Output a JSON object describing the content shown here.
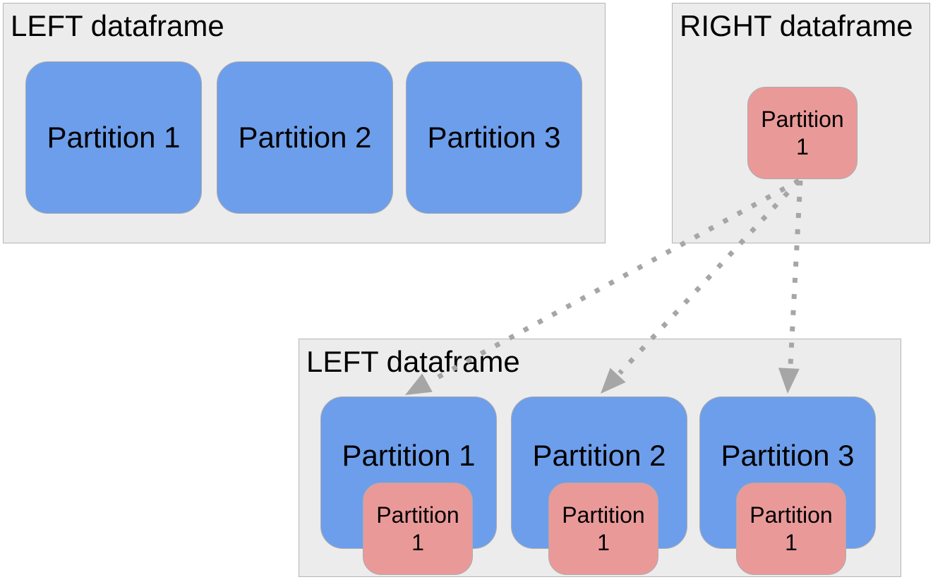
{
  "colors": {
    "page-bg": "#ffffff",
    "container-bg": "#ececec",
    "container-border": "#b5b5b5",
    "partition-blue": "#6d9eeb",
    "partition-pink": "#ea9999",
    "partition-border": "#ababab",
    "arrow": "#a6a6a6",
    "text": "#000000"
  },
  "top_left": {
    "title": "LEFT dataframe",
    "partitions": [
      {
        "label": "Partition 1"
      },
      {
        "label": "Partition 2"
      },
      {
        "label": "Partition 3"
      }
    ]
  },
  "top_right": {
    "title": "RIGHT dataframe",
    "partition": {
      "line1": "Partition",
      "line2": "1"
    }
  },
  "bottom": {
    "title": "LEFT dataframe",
    "partitions": [
      {
        "label": "Partition 1",
        "overlay": {
          "line1": "Partition",
          "line2": "1"
        }
      },
      {
        "label": "Partition 2",
        "overlay": {
          "line1": "Partition",
          "line2": "1"
        }
      },
      {
        "label": "Partition 3",
        "overlay": {
          "line1": "Partition",
          "line2": "1"
        }
      }
    ]
  },
  "arrows": {
    "style": "dotted",
    "source": "right-dataframe-partition-1",
    "targets": [
      "bottom-left-partition-1",
      "bottom-left-partition-2",
      "bottom-left-partition-3"
    ]
  }
}
